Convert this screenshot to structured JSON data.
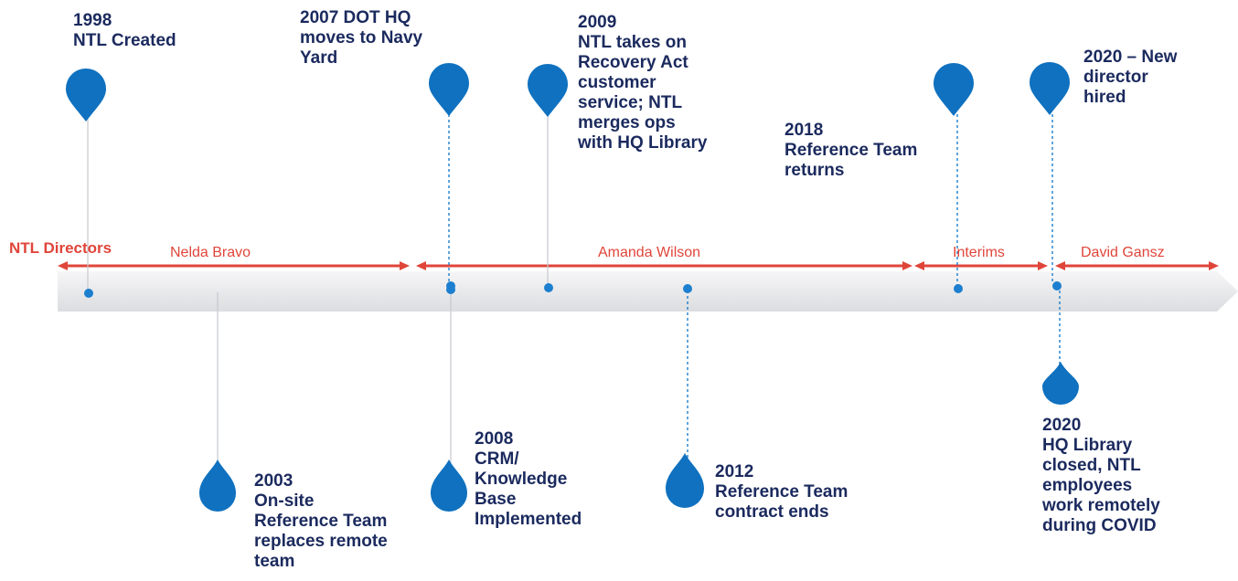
{
  "directors_heading": "NTL Directors",
  "directors": [
    "Nelda Bravo",
    "Amanda Wilson",
    "Interims",
    "David Gansz"
  ],
  "events_above": [
    {
      "lines": [
        "1998",
        "NTL Created"
      ]
    },
    {
      "lines": [
        "2007 DOT HQ",
        "moves to Navy",
        "Yard"
      ]
    },
    {
      "lines": [
        "2009",
        "NTL takes on",
        "Recovery Act",
        "customer",
        "service; NTL",
        "merges ops",
        "with HQ Library"
      ]
    },
    {
      "lines": [
        "2018",
        "Reference Team",
        "returns"
      ]
    },
    {
      "lines": [
        "2020 – New",
        "director",
        "hired"
      ]
    }
  ],
  "events_below": [
    {
      "lines": [
        "2003",
        "On-site",
        "Reference Team",
        "replaces remote",
        "team"
      ]
    },
    {
      "lines": [
        "2008",
        "CRM/",
        "Knowledge",
        "Base",
        "Implemented"
      ]
    },
    {
      "lines": [
        "2012",
        "Reference Team",
        "contract ends"
      ]
    },
    {
      "lines": [
        "2020",
        "HQ Library",
        "closed, NTL",
        "employees",
        "work remotely",
        "during COVID"
      ]
    }
  ],
  "colors": {
    "pin": "#0f71bf",
    "label_text": "#1b2a5e",
    "director": "#e0453a",
    "arrow_band": "#e6e7e9"
  }
}
